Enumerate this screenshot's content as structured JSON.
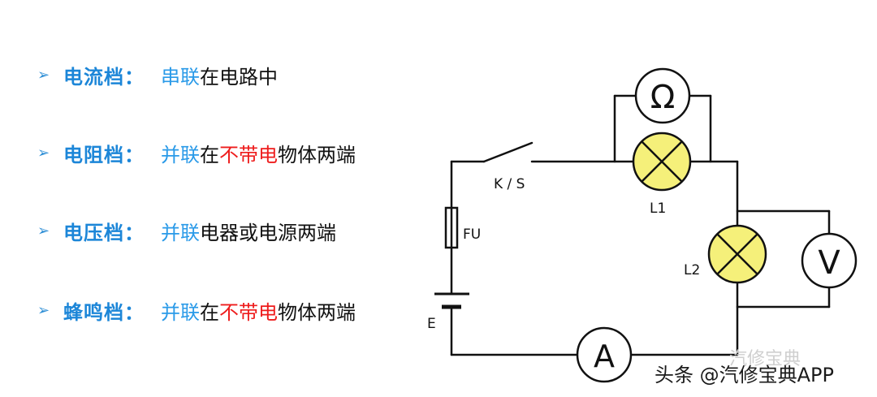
{
  "rows": [
    {
      "label": "电流档：",
      "mode": "串联",
      "rest": "在电路中",
      "red": "",
      "tail": ""
    },
    {
      "label": "电阻档：",
      "mode": "并联",
      "rest": "在",
      "red": "不带电",
      "tail": "物体两端"
    },
    {
      "label": "电压档：",
      "mode": "并联",
      "rest": "电器或电源两端",
      "red": "",
      "tail": ""
    },
    {
      "label": "蜂鸣档：",
      "mode": "并联",
      "rest": "在",
      "red": "不带电",
      "tail": "物体两端"
    }
  ],
  "bullet": "➢",
  "circuit": {
    "switch_label": "K / S",
    "fuse_label": "FU",
    "battery_label": "E",
    "lamp1_label": "L1",
    "lamp2_label": "L2",
    "ohm_symbol": "Ω",
    "volt_symbol": "V",
    "amp_symbol": "A"
  },
  "watermark": {
    "top": "汽修宝典",
    "bottom": "头条 @汽修宝典APP"
  },
  "colors": {
    "label_blue": "#1c86d8",
    "mode_blue": "#2a9ae8",
    "red": "#ee1c1c",
    "lamp_fill": "#f5f07a"
  }
}
